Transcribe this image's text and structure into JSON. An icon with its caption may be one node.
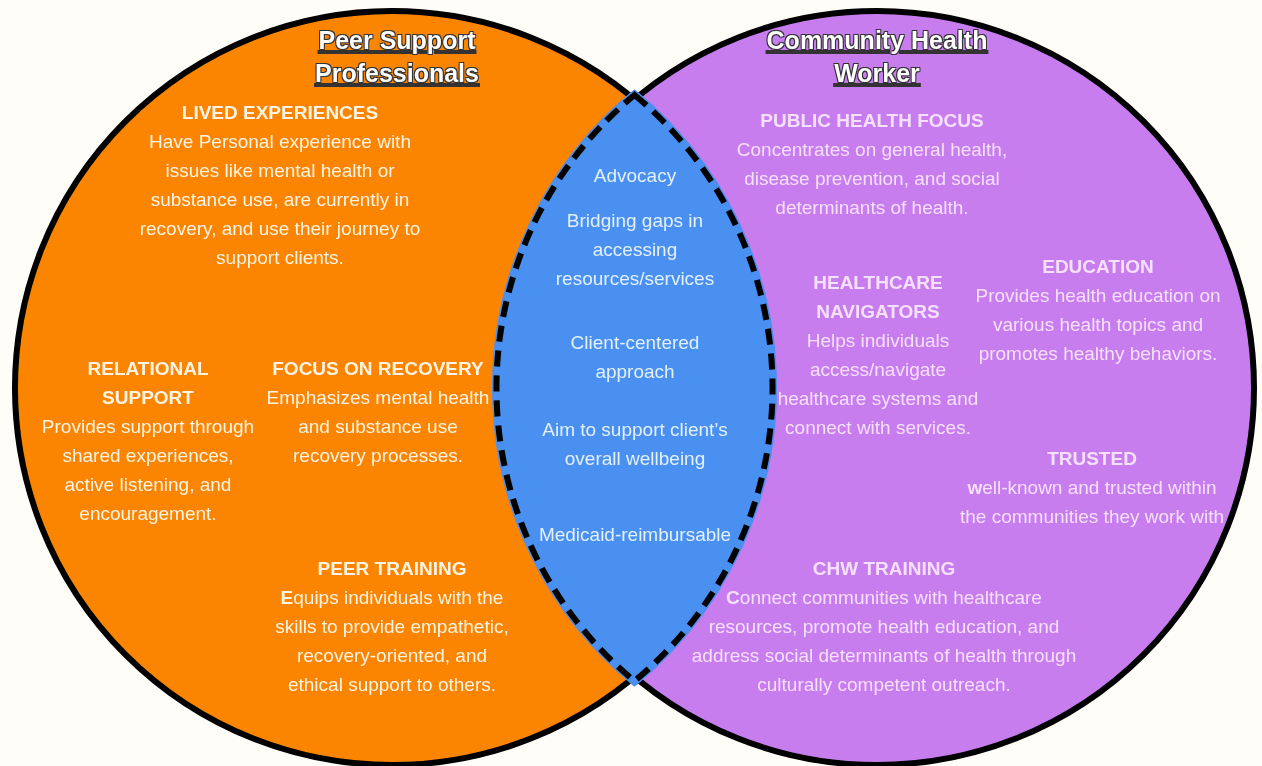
{
  "diagram": {
    "nodes": [
      {
        "text": [
          "Peer Support Professionals"
        ]
      },
      {
        "text": [
          "LIVED EXPERIENCES",
          "Have Personal experience with issues like mental health or substance use, are currently in recovery, and use their journey to support clients."
        ],
        "in": 0
      },
      {
        "text": [
          "RELATIONAL SUPPORT",
          "Provides support through shared experiences, active listening, and encouragement."
        ],
        "in": 0
      },
      {
        "text": [
          "FOCUS ON RECOVERY",
          "Emphasizes mental health and substance use recovery processes."
        ],
        "in": 0
      },
      {
        "text": [
          "PEER TRAINING",
          "**E**quips individuals with the skills to provide empathetic, recovery-oriented, and ethical support to others."
        ],
        "in": 0
      },
      {
        "text": [
          "Community Health Worker"
        ]
      },
      {
        "text": [
          "PUBLIC HEALTH FOCUS",
          "Concentrates on general health, disease prevention, and social determinants of health."
        ],
        "in": 5
      },
      {
        "text": [
          "HEALTHCARE NAVIGATORS",
          "Helps individuals access/navigate healthcare systems and connect with services."
        ],
        "in": 5
      },
      {
        "text": [
          "EDUCATION",
          "Provides health education on various health topics and promotes healthy behaviors."
        ],
        "in": 5
      },
      {
        "text": [
          "TRUSTED",
          "**w**ell-known and trusted within the communities they work with"
        ],
        "in": 5
      },
      {
        "text": [
          "CHW TRAINING",
          "**C**onnect communities with healthcare resources, promote health education, and address social determinants of health through culturally competent outreach."
        ],
        "in": 5
      },
      {
        "text": [
          "Advocacy",
          "Bridging gaps in accessing resources/services",
          "Client-centered approach",
          "Aim to support client’s overall wellbeing",
          "Medicaid-reimbursable"
        ]
      }
    ]
  }
}
